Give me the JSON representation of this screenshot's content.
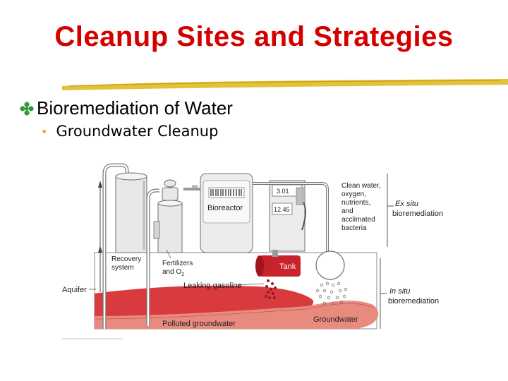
{
  "slide": {
    "title": "Cleanup Sites and Strategies",
    "bullet_main": "Bioremediation of Water",
    "bullet_sub": "Groundwater Cleanup"
  },
  "diagram": {
    "labels": {
      "recovery_1": "Recovery",
      "recovery_2": "system",
      "fertilizers_1": "Fertilizers",
      "fertilizers_2": "and O",
      "fertilizers_sub": "2",
      "leaking": "Leaking gasoline",
      "polluted": "Polluted groundwater",
      "groundwater": "Groundwater",
      "aquifer": "Aquifer",
      "bioreactor": "Bioreactor",
      "tank": "Tank",
      "pump_price": "3.01",
      "pump_total": "12.45",
      "clean_1": "Clean water,",
      "clean_2": "oxygen,",
      "clean_3": "nutrients,",
      "clean_4": "and",
      "clean_5": "acclimated",
      "clean_6": "bacteria",
      "exsitu_1": "Ex situ",
      "exsitu_2": "bioremediation",
      "insitu_1": "In situ",
      "insitu_2": "bioremediation"
    },
    "colors": {
      "title": "#d40000",
      "polluted": "#d83a3e",
      "groundwater": "#e98a7f",
      "tank": "#c8222a",
      "gasoline_drops": "#9a1a20",
      "equipment": "#e6e6e6",
      "outline": "#6e6e6e"
    }
  }
}
